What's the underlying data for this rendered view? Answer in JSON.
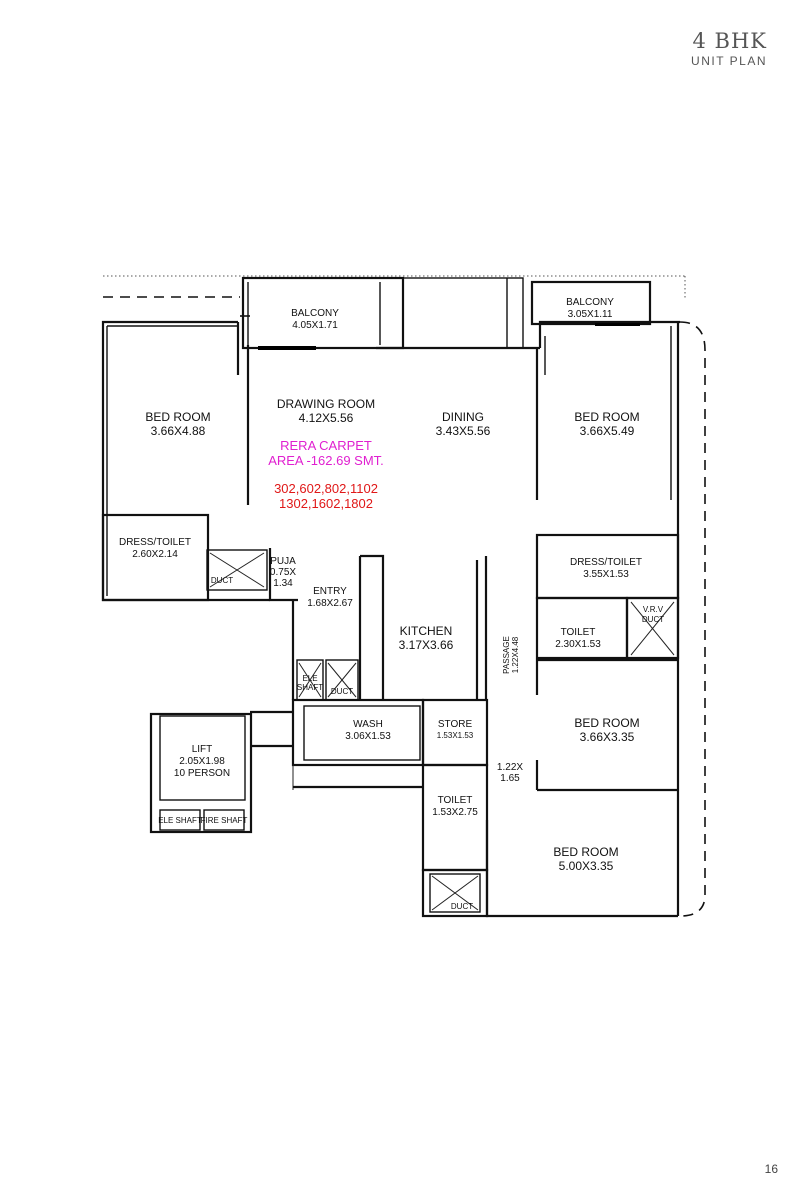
{
  "header": {
    "title": "4 BHK",
    "subtitle": "UNIT PLAN"
  },
  "page_number": "16",
  "rooms": {
    "balcony_left": {
      "name": "BALCONY",
      "size": "4.05X1.71"
    },
    "balcony_right": {
      "name": "BALCONY",
      "size": "3.05X1.11"
    },
    "bedroom_left": {
      "name": "BED ROOM",
      "size": "3.66X4.88"
    },
    "drawing_room": {
      "name": "DRAWING ROOM",
      "size": "4.12X5.56"
    },
    "dining": {
      "name": "DINING",
      "size": "3.43X5.56"
    },
    "bedroom_right_top": {
      "name": "BED ROOM",
      "size": "3.66X5.49"
    },
    "dress_toilet_left": {
      "name": "DRESS/TOILET",
      "size": "2.60X2.14"
    },
    "puja": {
      "line1": "PUJA",
      "line2": "0.75X",
      "line3": "1.34"
    },
    "entry": {
      "name": "ENTRY",
      "size": "1.68X2.67"
    },
    "kitchen": {
      "name": "KITCHEN",
      "size": "3.17X3.66"
    },
    "dress_toilet_right": {
      "name": "DRESS/TOILET",
      "size": "3.55X1.53"
    },
    "toilet_mid": {
      "name": "TOILET",
      "size": "2.30X1.53"
    },
    "passage": {
      "name": "PASSAGE",
      "size": "1.22X4.48"
    },
    "wash": {
      "name": "WASH",
      "size": "3.06X1.53"
    },
    "store": {
      "name": "STORE",
      "size": "1.53X1.53"
    },
    "bedroom_right_mid": {
      "name": "BED ROOM",
      "size": "3.66X3.35"
    },
    "lift": {
      "name": "LIFT",
      "size": "2.05X1.98",
      "capacity": "10 PERSON"
    },
    "toilet_lower": {
      "name": "TOILET",
      "size": "1.53X2.75"
    },
    "passage_small": {
      "line1": "1.22X",
      "line2": "1.65"
    },
    "bedroom_bottom": {
      "name": "BED ROOM",
      "size": "5.00X3.35"
    }
  },
  "ducts": {
    "duct_label": "DUCT",
    "vrv_label1": "V.R.V",
    "vrv_label2": "DUCT",
    "ele_shaft": "ELE SHAFT",
    "ele_shaft_small1": "ELE",
    "ele_shaft_small2": "SHAFT",
    "fire_shaft": "FIRE SHAFT"
  },
  "rera": {
    "line1": "RERA CARPET",
    "line2": "AREA -162.69 SMT."
  },
  "unit_numbers": {
    "line1": "302,602,802,1102",
    "line2": "1302,1602,1802"
  },
  "colors": {
    "rera": "#e020d0",
    "units": "#e01818",
    "walls": "#111111"
  }
}
